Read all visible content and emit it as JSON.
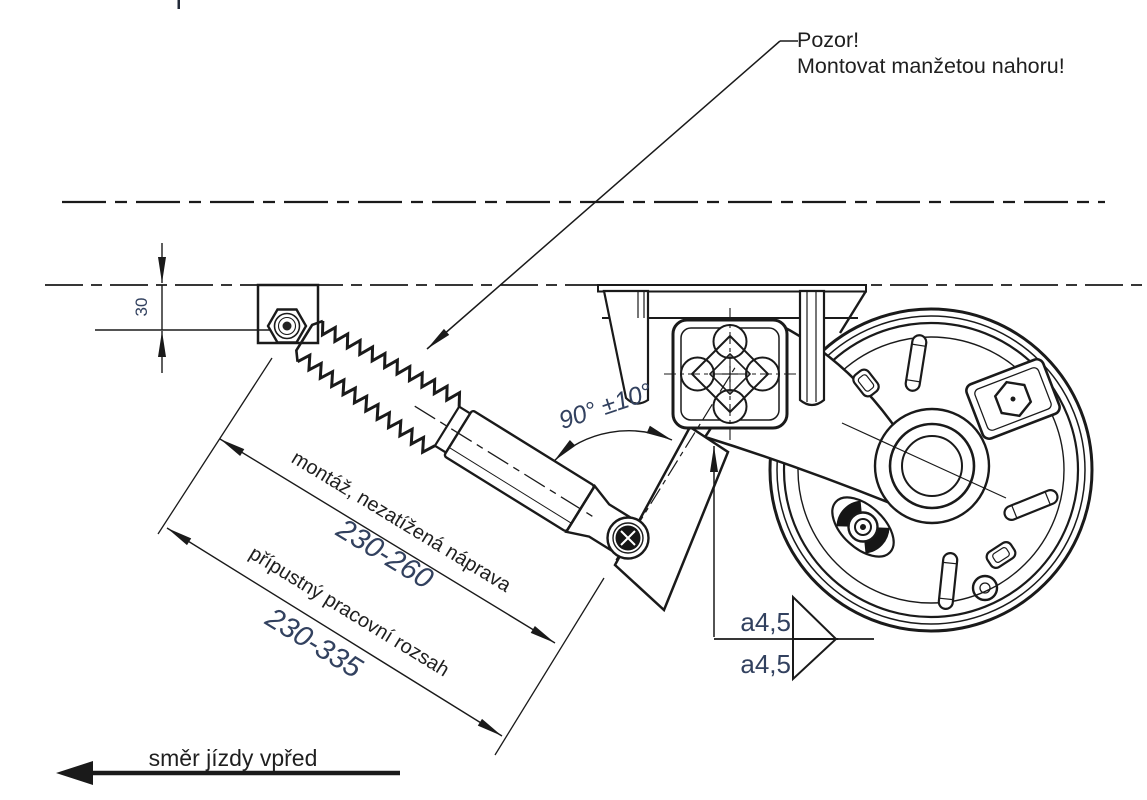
{
  "drawing": {
    "title_context": "axle shock absorber mounting drawing",
    "note": {
      "line1": "Pozor!",
      "line2": "Montovat manžetou nahoru!"
    },
    "dimensions": {
      "offset_30": "30",
      "angle": "90° ±10°",
      "mount_range": {
        "label": "montáž, nezatížená náprava",
        "value": "230-260"
      },
      "working_range": {
        "label": "přípustný pracovní rozsah",
        "value": "230-335"
      },
      "weld_top": "a4,5",
      "weld_bottom": "a4,5"
    },
    "direction_label": "směr jízdy vpřed",
    "colors": {
      "line": "#1a1a1a",
      "dimension_text": "#32415f",
      "label_text": "#1f1f1f",
      "background": "#ffffff"
    }
  }
}
